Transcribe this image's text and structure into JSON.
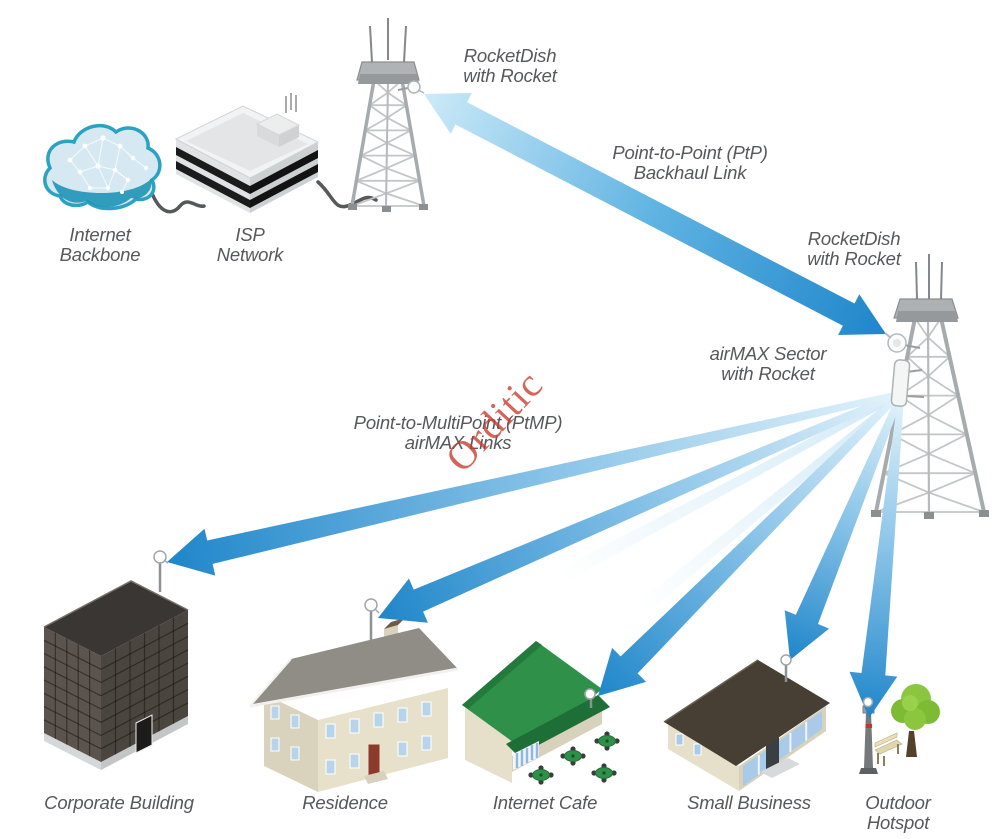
{
  "labels": {
    "internet_backbone": "Internet\nBackbone",
    "isp_network": "ISP\nNetwork",
    "rocketdish_left": "RocketDish\nwith Rocket",
    "ptp_link": "Point-to-Point (PtP)\nBackhaul Link",
    "rocketdish_right": "RocketDish\nwith Rocket",
    "airmax_sector": "airMAX Sector\nwith Rocket",
    "ptmp_links": "Point-to-MultiPoint (PtMP)\nairMAX Links",
    "corporate_building": "Corporate Building",
    "residence": "Residence",
    "internet_cafe": "Internet Cafe",
    "small_business": "Small Business",
    "outdoor_hotspot": "Outdoor Hotspot"
  },
  "watermark": {
    "text": "Orditic",
    "color": "#c83a2d"
  },
  "connections": [
    {
      "from": "Internet Backbone",
      "to": "ISP Network",
      "type": "wired"
    },
    {
      "from": "ISP Network",
      "to": "ISP tower (RocketDish with Rocket)",
      "type": "wired"
    },
    {
      "from": "ISP tower (RocketDish with Rocket)",
      "to": "Relay tower (RocketDish with Rocket)",
      "type": "Point-to-Point (PtP) Backhaul Link"
    },
    {
      "from": "Relay tower (airMAX Sector with Rocket)",
      "to": "Corporate Building",
      "type": "Point-to-MultiPoint (PtMP) airMAX Link"
    },
    {
      "from": "Relay tower (airMAX Sector with Rocket)",
      "to": "Residence",
      "type": "Point-to-MultiPoint (PtMP) airMAX Link"
    },
    {
      "from": "Relay tower (airMAX Sector with Rocket)",
      "to": "Internet Cafe",
      "type": "Point-to-MultiPoint (PtMP) airMAX Link"
    },
    {
      "from": "Relay tower (airMAX Sector with Rocket)",
      "to": "Small Business",
      "type": "Point-to-MultiPoint (PtMP) airMAX Link"
    },
    {
      "from": "Relay tower (airMAX Sector with Rocket)",
      "to": "Outdoor Hotspot",
      "type": "Point-to-MultiPoint (PtMP) airMAX Link"
    }
  ],
  "colors": {
    "beam_light": "#e3f3fb",
    "beam_dark": "#1f86ca",
    "cloud_teal": "#2ba2c4",
    "cafe_green": "#2f9049",
    "tree_green": "#8cc63f",
    "label_gray": "#57585b"
  }
}
